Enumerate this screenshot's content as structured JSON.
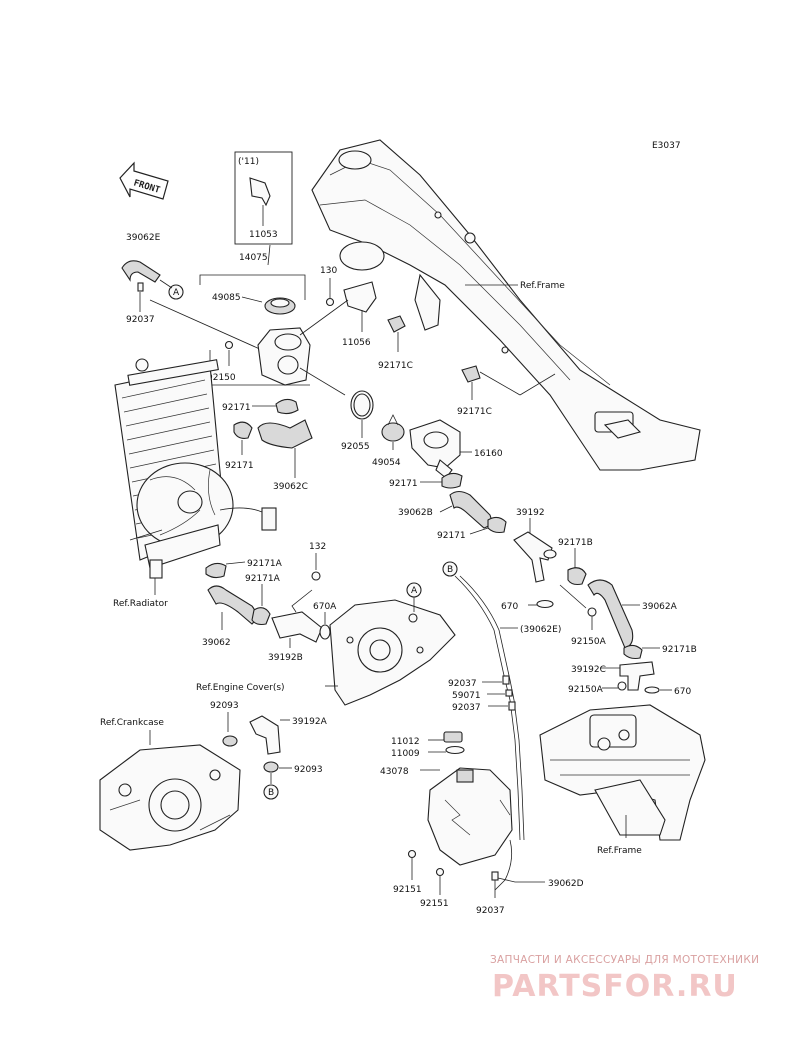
{
  "diagram_code": "E3037",
  "front_label": "FRONT",
  "inset": {
    "year": "('11)",
    "part": "11053"
  },
  "callouts": [
    "A",
    "A",
    "B",
    "B"
  ],
  "labels": {
    "p39062E": "39062E",
    "p92037a": "92037",
    "p14075": "14075",
    "p49085": "49085",
    "p130": "130",
    "p11056": "11056",
    "p92171C_a": "92171C",
    "p92171C_b": "92171C",
    "p92150": "92150",
    "p92171_a": "92171",
    "p92171_b": "92171",
    "p39062C": "39062C",
    "p92055": "92055",
    "p49054": "49054",
    "p16160": "16160",
    "p92171_c": "92171",
    "p39062B": "39062B",
    "p39192": "39192",
    "p92171_d": "92171",
    "p92171B_a": "92171B",
    "p132": "132",
    "p92171A_a": "92171A",
    "p92171A_b": "92171A",
    "p670A": "670A",
    "p670_a": "670",
    "p39062A": "39062A",
    "p39062_par": "(39062E)",
    "p92150A_a": "92150A",
    "p92171B_b": "92171B",
    "p39062": "39062",
    "p39192B": "39192B",
    "p39192C": "39192C",
    "p92150A_b": "92150A",
    "p670_b": "670",
    "p92037b": "92037",
    "p59071": "59071",
    "p92037c": "92037",
    "p92093a": "92093",
    "p39192A": "39192A",
    "p92093b": "92093",
    "p11012": "11012",
    "p11009": "11009",
    "p43078": "43078",
    "p92151a": "92151",
    "p92151b": "92151",
    "p92037d": "92037",
    "p39062D": "39062D"
  },
  "refs": {
    "frame_top": "Ref.Frame",
    "radiator": "Ref.Radiator",
    "engine_cover": "Ref.Engine Cover(s)",
    "crankcase": "Ref.Crankcase",
    "frame_bottom": "Ref.Frame"
  },
  "watermark": {
    "top": "ЗАПЧАСТИ И АКСЕССУАРЫ ДЛЯ МОТОТЕХНИКИ",
    "brand": "PARTSFOR.RU"
  }
}
